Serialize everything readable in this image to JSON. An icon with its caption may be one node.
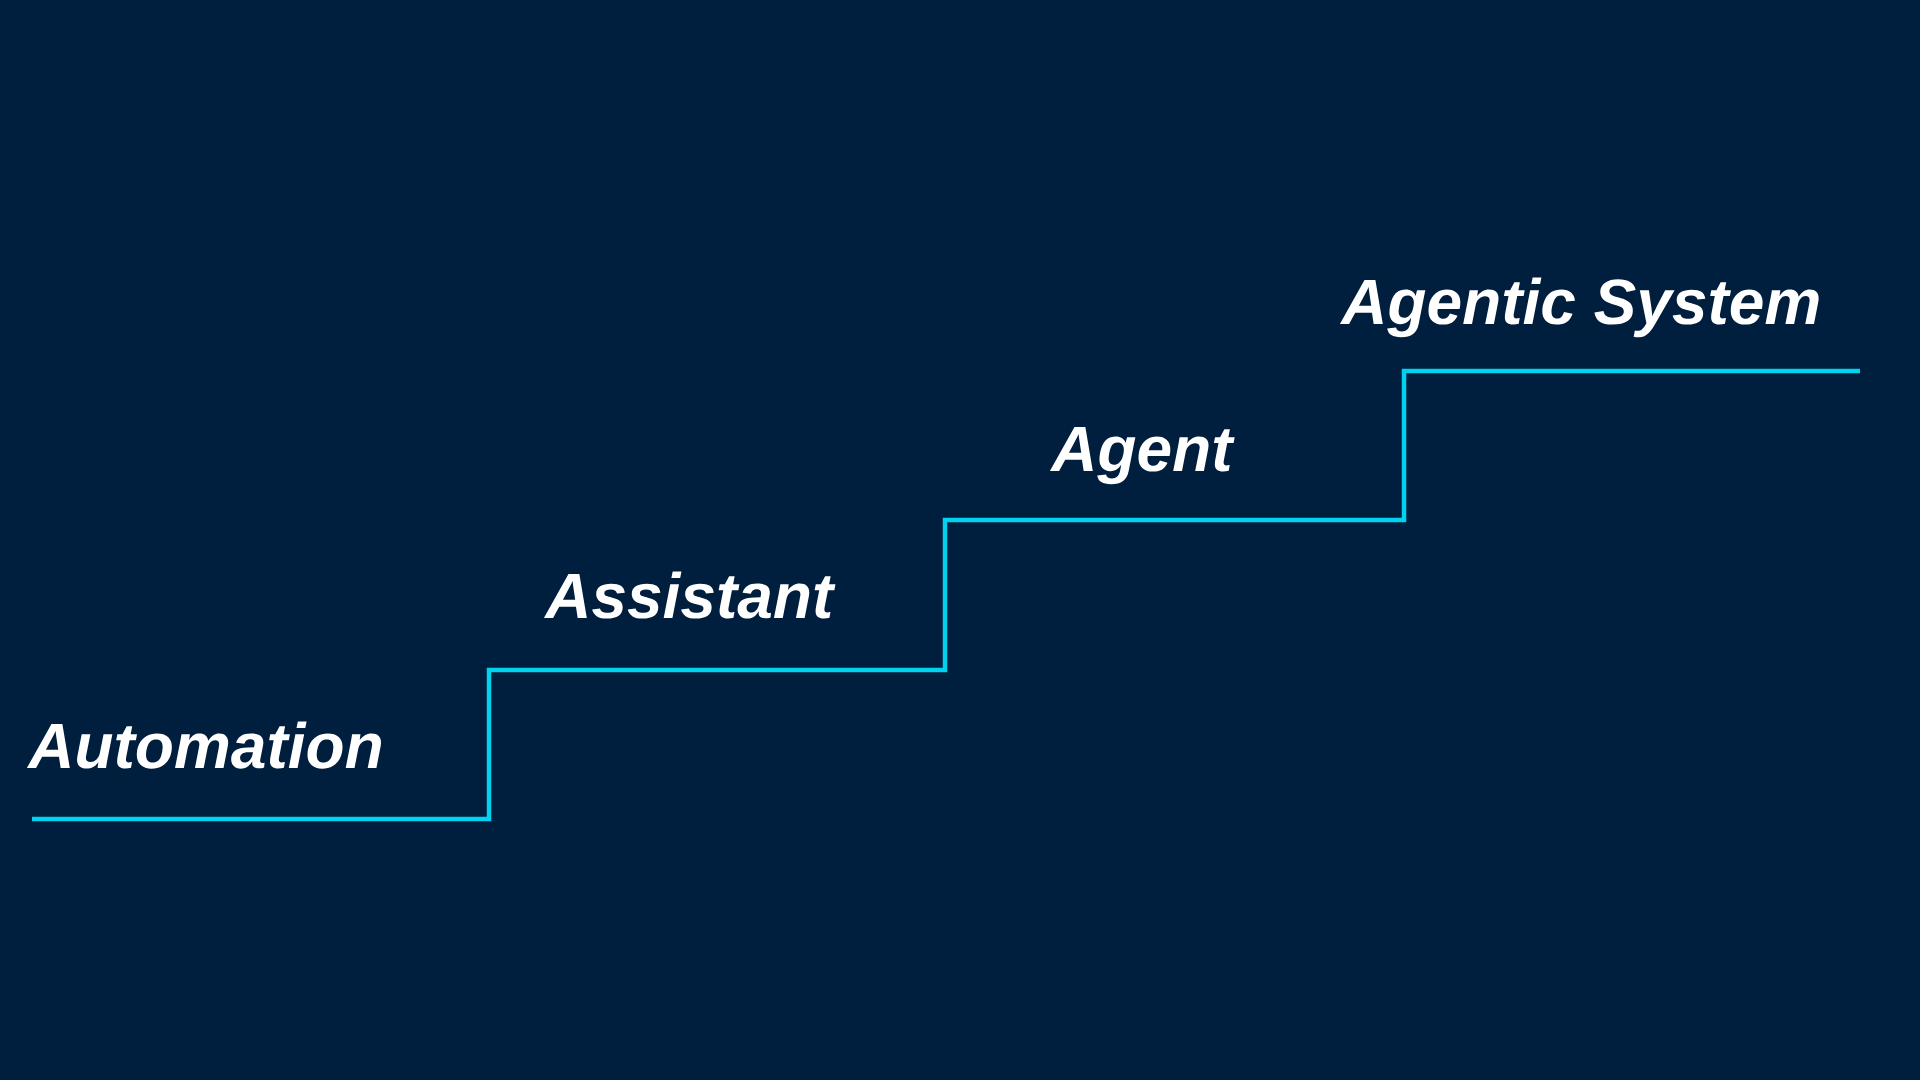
{
  "diagram": {
    "labels": [
      "Automation",
      "Assistant",
      "Agent",
      "Agentic System"
    ]
  }
}
